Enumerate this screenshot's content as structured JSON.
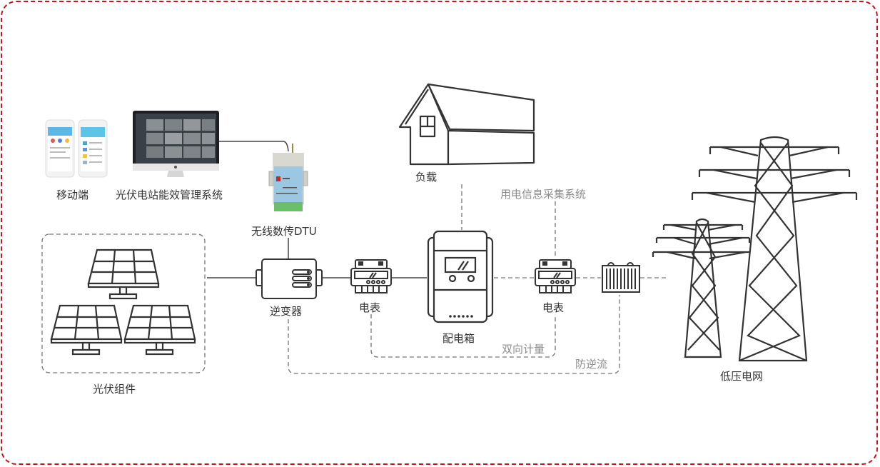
{
  "colors": {
    "frame": "#c8161d",
    "line": "#333333",
    "dashed": "#8c8c8c",
    "label": "#333333",
    "secondary_label": "#8c8c8c"
  },
  "nodes": {
    "mobile": {
      "label": "移动端",
      "icon": "smartphone-icon"
    },
    "platform": {
      "label": "光伏电站能效管理系统",
      "icon": "monitor-icon"
    },
    "dtu": {
      "label": "无线数传DTU",
      "icon": "dtu-device-icon"
    },
    "pv": {
      "label": "光伏组件",
      "icon": "solar-panel-icon"
    },
    "inverter": {
      "label": "逆变器",
      "icon": "inverter-icon"
    },
    "meter1": {
      "label": "电表",
      "icon": "electric-meter-icon"
    },
    "distribution_box": {
      "label": "配电箱",
      "icon": "distribution-box-icon"
    },
    "meter2": {
      "label": "电表",
      "icon": "electric-meter-icon"
    },
    "transformer": {
      "label": "",
      "icon": "transformer-icon"
    },
    "load": {
      "label": "负载",
      "icon": "house-icon"
    },
    "grid": {
      "label": "低压电网",
      "icon": "power-tower-icon"
    }
  },
  "annotations": {
    "info_collection": "用电信息采集系统",
    "bidirectional": "双向计量",
    "anti_backflow": "防逆流"
  }
}
